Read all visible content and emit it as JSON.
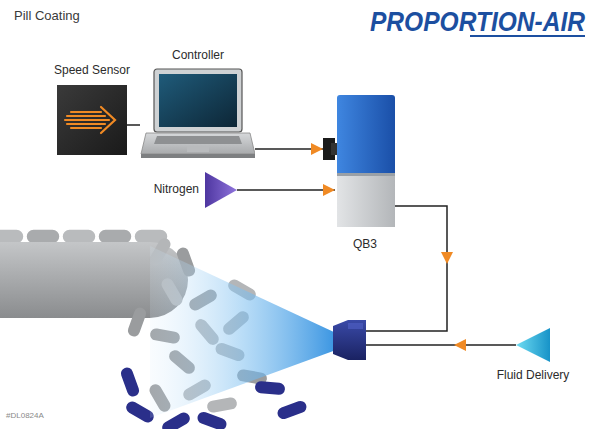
{
  "diagram": {
    "title": "Pill Coating",
    "nodes": [
      {
        "text": [
          "Speed Sensor"
        ]
      },
      {
        "text": [
          "Controller"
        ]
      },
      {
        "text": [
          "QB3"
        ]
      },
      {
        "text": [
          "Nitrogen"
        ]
      },
      {
        "text": [
          "Fluid Delivery"
        ]
      }
    ],
    "edges": [
      {
        "from": 0,
        "to": 1,
        "arrow": "none"
      },
      {
        "from": 1,
        "to": 2,
        "arrow": "to"
      },
      {
        "from": 3,
        "to": 2,
        "arrow": "to"
      }
    ],
    "labels": [
      "PROPORTION-AIR",
      "#DL0824A"
    ]
  }
}
